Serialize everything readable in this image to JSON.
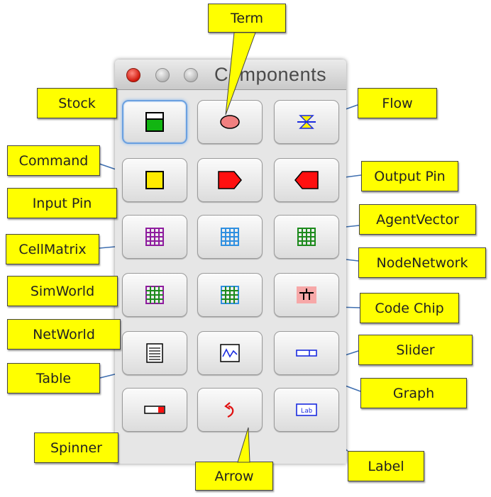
{
  "window": {
    "title": "Components",
    "buttons": [
      "close",
      "minimize",
      "zoom"
    ]
  },
  "components": [
    {
      "id": "stock",
      "icon": "stock-icon",
      "selected": true
    },
    {
      "id": "term",
      "icon": "term-icon"
    },
    {
      "id": "flow",
      "icon": "flow-icon"
    },
    {
      "id": "command",
      "icon": "command-icon"
    },
    {
      "id": "input-pin",
      "icon": "input-pin-icon"
    },
    {
      "id": "output-pin",
      "icon": "output-pin-icon"
    },
    {
      "id": "cellmatrix",
      "icon": "cellmatrix-icon"
    },
    {
      "id": "nodenetwork",
      "icon": "nodenetwork-icon"
    },
    {
      "id": "agentvector",
      "icon": "agentvector-icon"
    },
    {
      "id": "simworld",
      "icon": "simworld-icon"
    },
    {
      "id": "networld",
      "icon": "networld-icon"
    },
    {
      "id": "code-chip",
      "icon": "code-chip-icon"
    },
    {
      "id": "table",
      "icon": "table-icon"
    },
    {
      "id": "graph",
      "icon": "graph-icon"
    },
    {
      "id": "slider",
      "icon": "slider-icon"
    },
    {
      "id": "spinner",
      "icon": "spinner-icon"
    },
    {
      "id": "arrow",
      "icon": "arrow-icon"
    },
    {
      "id": "label",
      "icon": "label-icon"
    }
  ],
  "callouts": {
    "term": "Term",
    "stock": "Stock",
    "flow": "Flow",
    "command": "Command",
    "output_pin": "Output Pin",
    "input_pin": "Input Pin",
    "agentvector": "AgentVector",
    "cellmatrix": "CellMatrix",
    "nodenetwork": "NodeNetwork",
    "simworld": "SimWorld",
    "code_chip": "Code Chip",
    "networld": "NetWorld",
    "slider": "Slider",
    "table": "Table",
    "graph": "Graph",
    "spinner": "Spinner",
    "label": "Label",
    "arrow": "Arrow"
  },
  "colors": {
    "callout_fill": "#ffff00",
    "selected_outline": "#6aa0e0",
    "close_button": "#d0170b"
  }
}
